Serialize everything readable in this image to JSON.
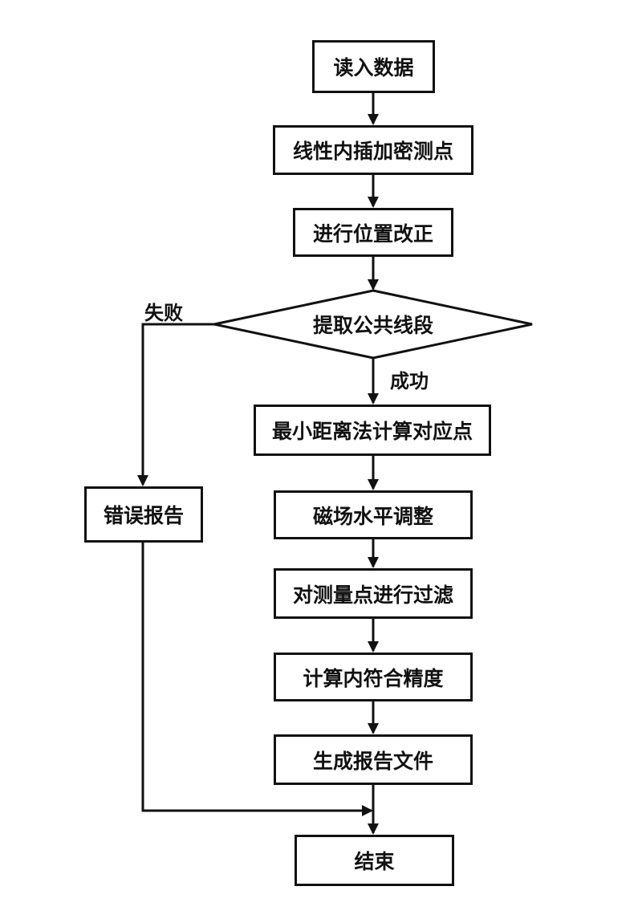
{
  "steps": {
    "read_data": "读入数据",
    "interpolate": "线性内插加密测点",
    "position_correction": "进行位置改正",
    "extract_segment": "提取公共线段",
    "min_distance": "最小距离法计算对应点",
    "magnetic_leveling": "磁场水平调整",
    "filter": "对测量点进行过滤",
    "internal_accuracy": "计算内符合精度",
    "generate_report": "生成报告文件",
    "end": "结束",
    "error_report": "错误报告"
  },
  "edges": {
    "fail": "失败",
    "success": "成功"
  }
}
